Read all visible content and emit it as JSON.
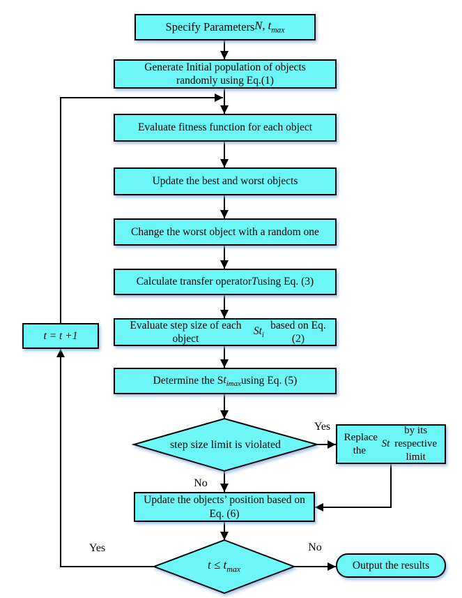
{
  "colors": {
    "node_fill": "#6CF6F6",
    "line": "#000000",
    "shadow": "#8FB0DC"
  },
  "nodes": {
    "specify_params": "Specify Parameters <i>N, t<sub>max</sub></i>",
    "generate_population": "Generate Initial population of objects<br>randomly using Eq.(1)",
    "evaluate_fitness": "Evaluate fitness function for each object",
    "update_best_worst": "Update the best and worst objects",
    "change_worst": "Change the worst object with a random one",
    "calc_transfer": "Calculate transfer operator <i>T</i> using Eq. (3)",
    "evaluate_step": "Evaluate step size of each object<br><i>St<sub>i</sub></i> based on Eq. (2)",
    "determine_stimax": "Determine the S<i>t<sub>imax</sub></i> using Eq. (5)",
    "step_limit_check": "step size limit is violated",
    "replace_st": "Replace the&nbsp; <i>St</i> by its<br>respective limit",
    "update_position": "Update the objects’ position based on<br>Eq. (6)",
    "loop_check": "<i>t ≤ t<sub>max</sub></i>",
    "increment": "<i>t = t +1</i>",
    "output": "Output the results"
  },
  "edge_labels": {
    "step_yes": "Yes",
    "step_no": "No",
    "loop_yes": "Yes",
    "loop_no": "No"
  }
}
